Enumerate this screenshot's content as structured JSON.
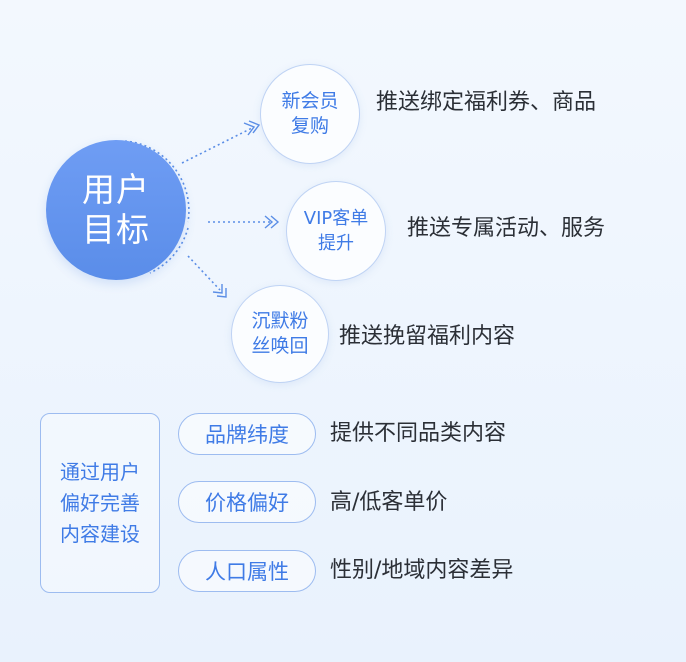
{
  "hub": {
    "lines": [
      "用户",
      "目标"
    ]
  },
  "branches": [
    {
      "node_lines": [
        "新会员",
        "复购"
      ],
      "description": "推送绑定福利券、商品"
    },
    {
      "node_lines": [
        "VIP客单",
        "提升"
      ],
      "description": "推送专属活动、服务"
    },
    {
      "node_lines": [
        "沉默粉",
        "丝唤回"
      ],
      "description": "推送挽留福利内容"
    }
  ],
  "strategy": {
    "lines": [
      "通过用户",
      "偏好完善",
      "内容建设"
    ],
    "items": [
      {
        "label": "品牌纬度",
        "description": "提供不同品类内容"
      },
      {
        "label": "价格偏好",
        "description": "高/低客单价"
      },
      {
        "label": "人口属性",
        "description": "性别/地域内容差异"
      }
    ]
  },
  "colors": {
    "hub_fill": "#5a8de9",
    "accent_text": "#3f7be6",
    "node_border": "#bfd3f4",
    "connector": "#5b8ee6",
    "body_text": "#2b2f36",
    "background": "#eef5fe"
  },
  "icons": {
    "connector_arrow": "chevron-arrow-icon"
  }
}
